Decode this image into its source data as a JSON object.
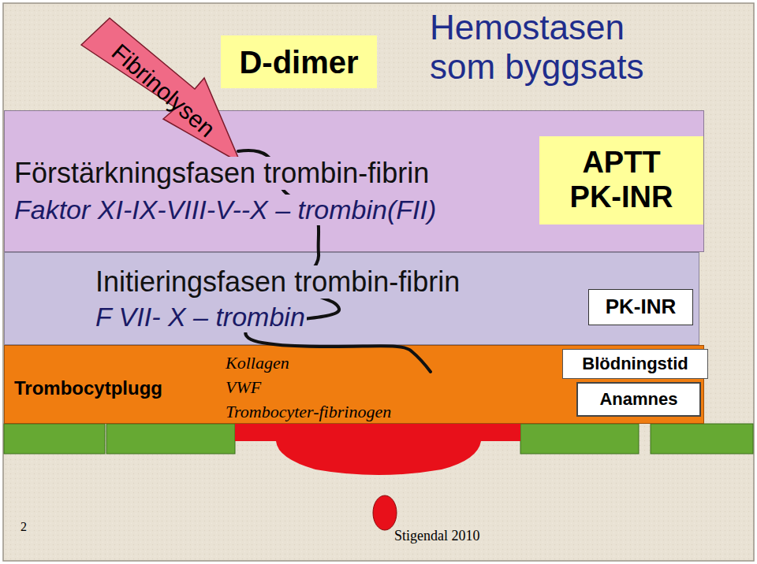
{
  "diagram": {
    "title": "Hemostasen som byggsats",
    "nodes": [
      {
        "text": [
          "D-dimer"
        ]
      },
      {
        "text": [
          "Fibrinolysen"
        ]
      },
      {
        "text": [
          "Förstärkningsfasen trombin-fibrin",
          "Faktor XI-IX-VIII-V--X – trombin(FII)"
        ]
      },
      {
        "text": [
          "APTT",
          "PK-INR"
        ],
        "in": 2
      },
      {
        "text": [
          "Initieringsfasen trombin-fibrin",
          "F VII- X – trombin"
        ]
      },
      {
        "text": [
          "PK-INR"
        ],
        "in": 4
      },
      {
        "text": [
          "Trombocytplugg",
          "Kollagen VWF Trombocyter-fibrinogen"
        ]
      },
      {
        "text": [
          "Blödningstid"
        ],
        "in": 6
      },
      {
        "text": [
          "Anamnes"
        ],
        "in": 6
      }
    ],
    "labels": [
      "2",
      "Stigendal 2010"
    ]
  }
}
